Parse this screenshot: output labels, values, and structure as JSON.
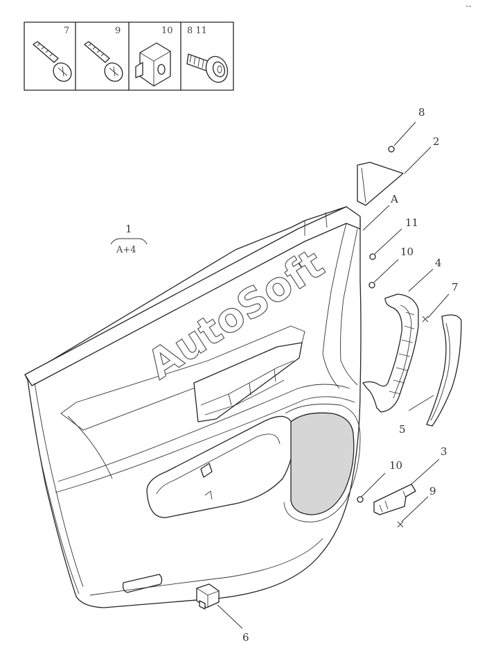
{
  "callouts": {
    "p1": "1",
    "p1_sub": "A+4",
    "p2": "2",
    "p3": "3",
    "p4": "4",
    "p5": "5",
    "p6": "6",
    "p7": "7",
    "p8": "8",
    "p9": "9",
    "p10_upper": "10",
    "p10_lower": "10",
    "p11": "11",
    "detail_a": "A"
  },
  "legend": {
    "cells": [
      {
        "label": "7",
        "icon": "screw-icon"
      },
      {
        "label": "9",
        "icon": "screw-icon"
      },
      {
        "label": "10",
        "icon": "clip-nut-icon"
      },
      {
        "label": "8   11",
        "icon": "push-clip-icon"
      }
    ]
  },
  "watermark": "AutoSoft",
  "corner_mark": "‥"
}
